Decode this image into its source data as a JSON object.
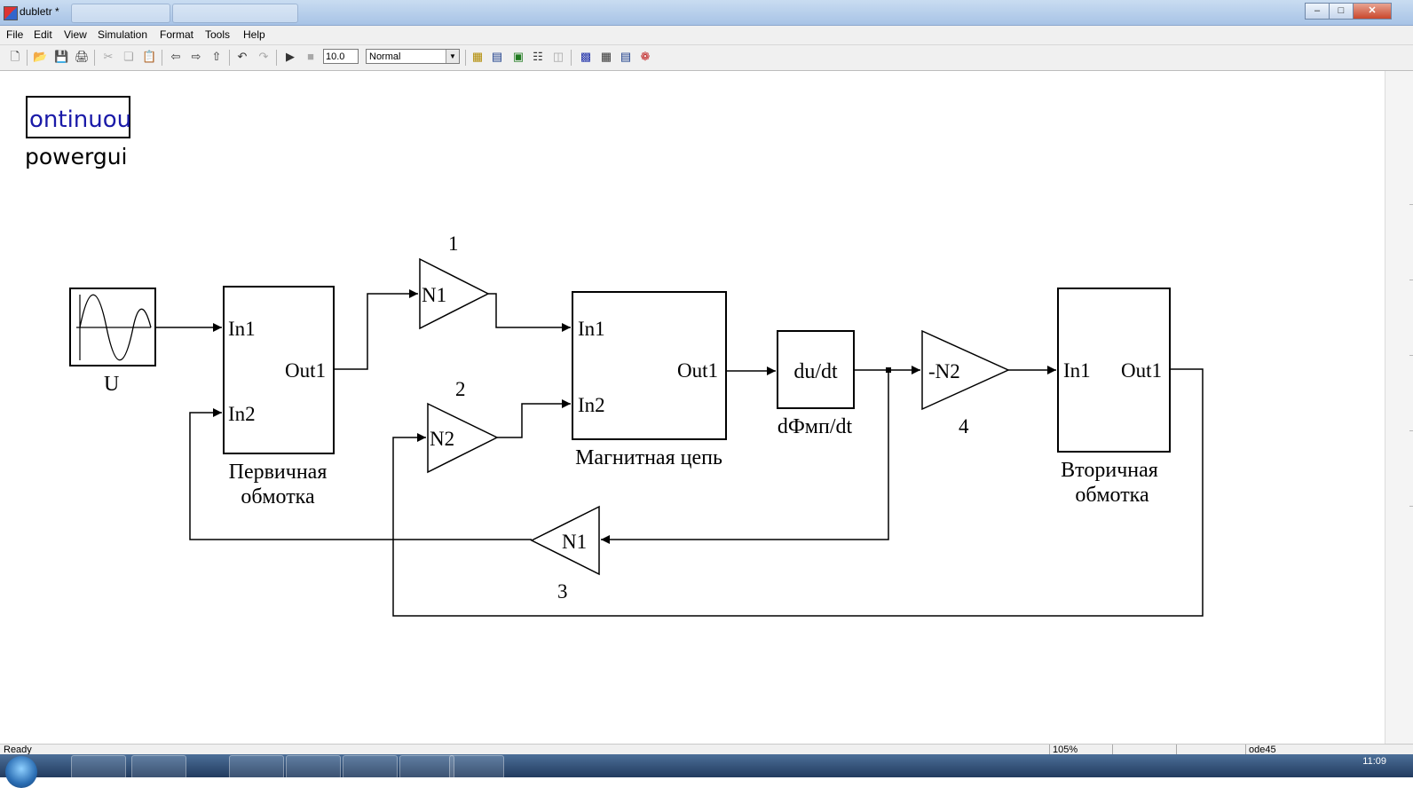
{
  "window": {
    "title": "dubletr *"
  },
  "menu": [
    "File",
    "Edit",
    "View",
    "Simulation",
    "Format",
    "Tools",
    "Help"
  ],
  "toolbar": {
    "stop_time": "10.0",
    "sim_mode": "Normal",
    "icons": [
      "new-icon",
      "open-icon",
      "save-icon",
      "print-icon",
      "cut-icon",
      "copy-icon",
      "paste-icon",
      "back-icon",
      "forward-icon",
      "up-icon",
      "undo-icon",
      "redo-icon",
      "play-icon",
      "stop-icon",
      "build-icon",
      "update-diagram-icon",
      "model-explorer-icon",
      "library-browser-icon",
      "debugger-icon",
      "find-icon",
      "model-advisor-icon",
      "icon-editor-icon",
      "solver-icon"
    ]
  },
  "diagram": {
    "powergui": {
      "text": "ontinuou",
      "label": "powergui"
    },
    "source": {
      "label": "U"
    },
    "primary": {
      "in1": "In1",
      "in2": "In2",
      "out1": "Out1",
      "label1": "Первичная",
      "label2": "обмотка"
    },
    "gain1": {
      "text": "N1",
      "number": "1"
    },
    "gain2": {
      "text": "N2",
      "number": "2"
    },
    "gain3": {
      "text": "N1",
      "number": "3"
    },
    "gain4": {
      "text": "-N2",
      "number": "4"
    },
    "magnetic": {
      "in1": "In1",
      "in2": "In2",
      "out1": "Out1",
      "label": "Магнитная цепь"
    },
    "derivative": {
      "text": "du/dt",
      "label": "dФмп/dt"
    },
    "secondary": {
      "in1": "In1",
      "out1": "Out1",
      "label1": "Вторичная",
      "label2": "обмотка"
    }
  },
  "status": {
    "left": "Ready",
    "zoom": "105%",
    "solver": "ode45"
  },
  "taskbar": {
    "clock": "11:09"
  }
}
